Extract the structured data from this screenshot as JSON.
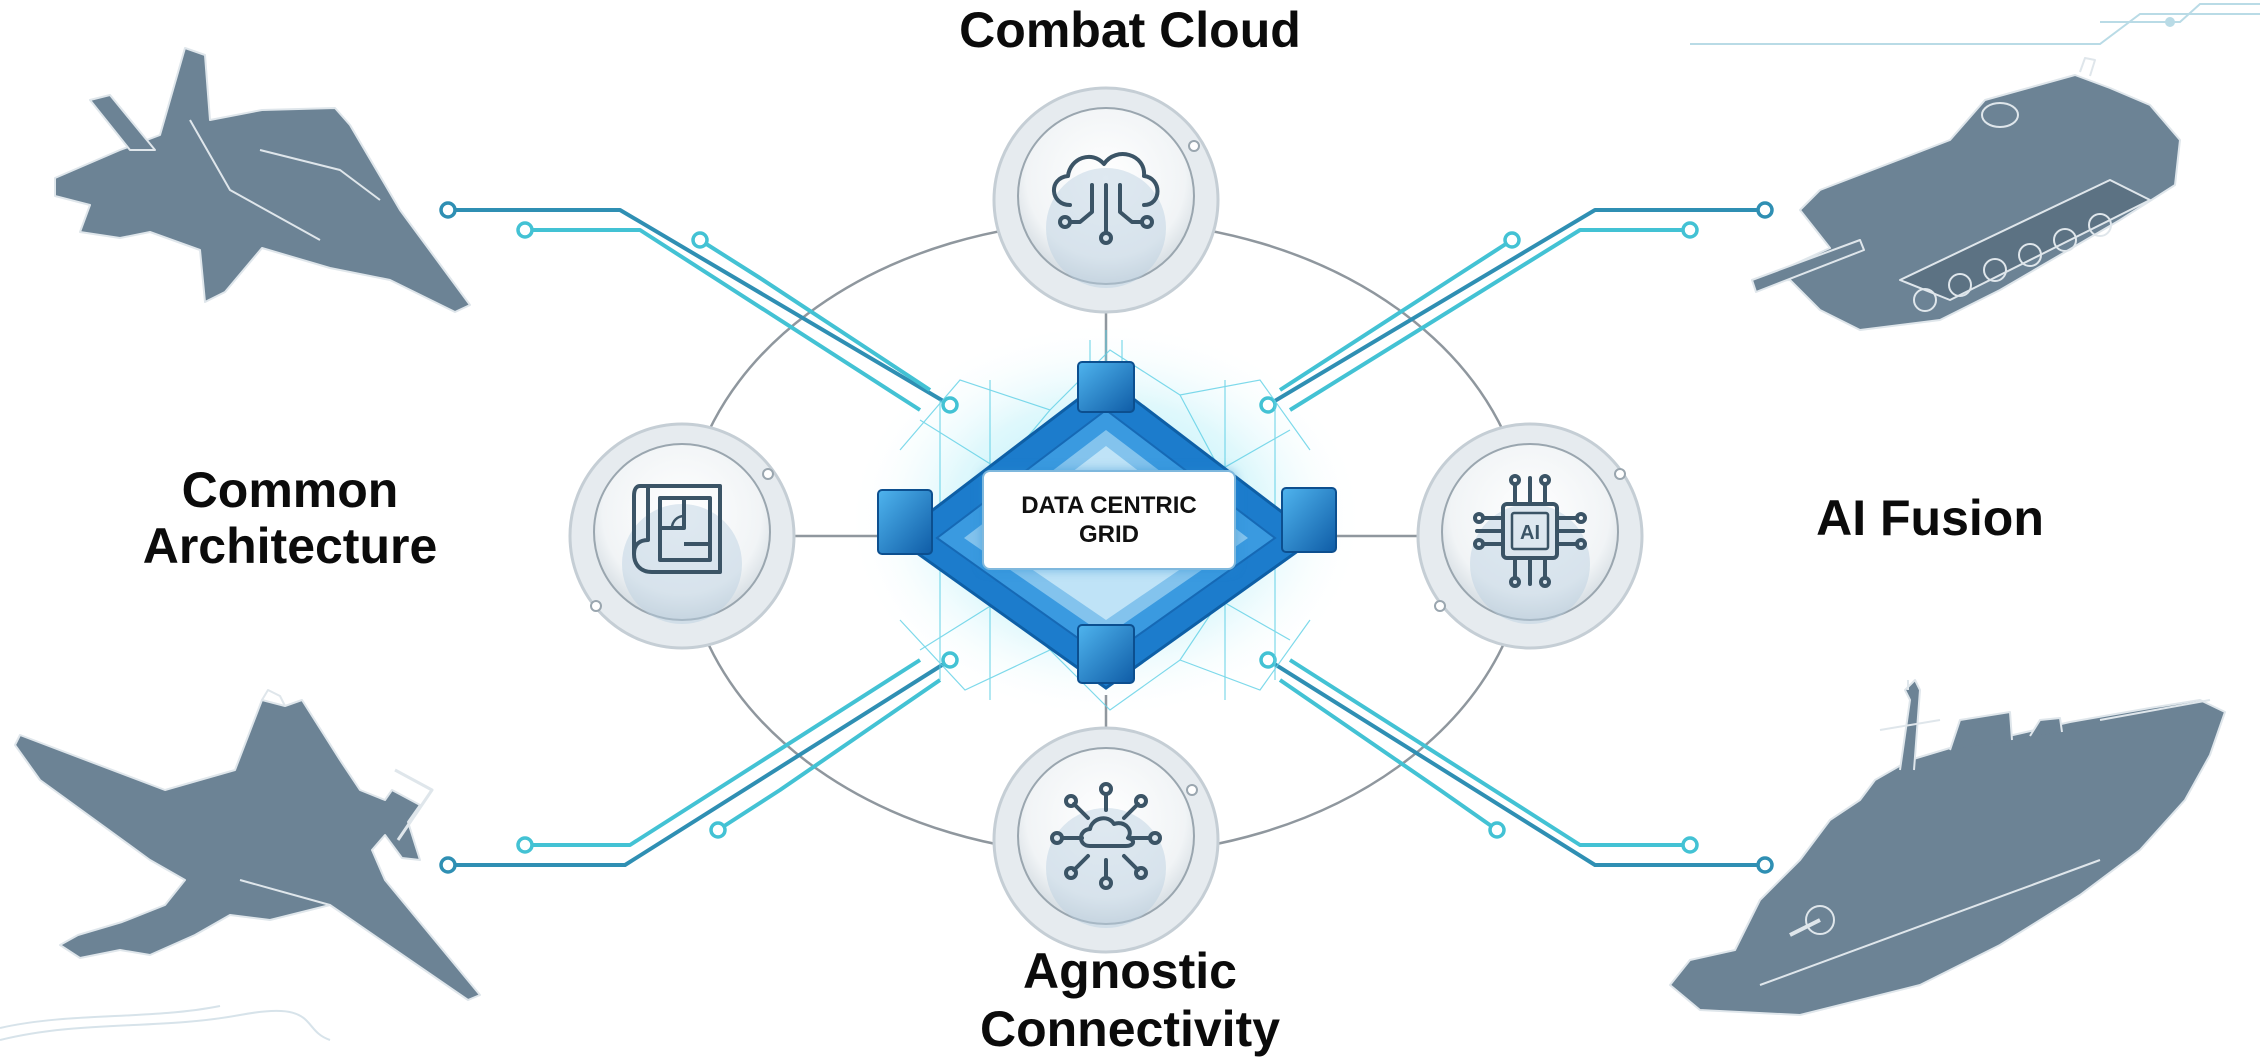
{
  "diagram": {
    "center": {
      "line1": "DATA CENTRIC",
      "line2": "GRID"
    },
    "nodes": {
      "top": {
        "label": "Combat Cloud",
        "icon": "cloud-network-icon"
      },
      "left": {
        "label_line1": "Common",
        "label_line2": "Architecture",
        "icon": "blueprint-icon"
      },
      "right": {
        "label": "AI Fusion",
        "icon": "ai-chip-icon"
      },
      "bottom": {
        "label_line1": "Agnostic",
        "label_line2": "Connectivity",
        "icon": "connectivity-icon"
      }
    },
    "platforms": [
      {
        "name": "fighter-jet",
        "icon": "fighter-jet-icon"
      },
      {
        "name": "drone",
        "icon": "drone-icon"
      },
      {
        "name": "tank",
        "icon": "tank-icon"
      },
      {
        "name": "warship",
        "icon": "warship-icon"
      }
    ],
    "colors": {
      "accent": "#2aa7c9",
      "grid_blue": "#1d7ccc",
      "vehicle": "#6c8395",
      "ellipse": "#8f979e"
    }
  }
}
